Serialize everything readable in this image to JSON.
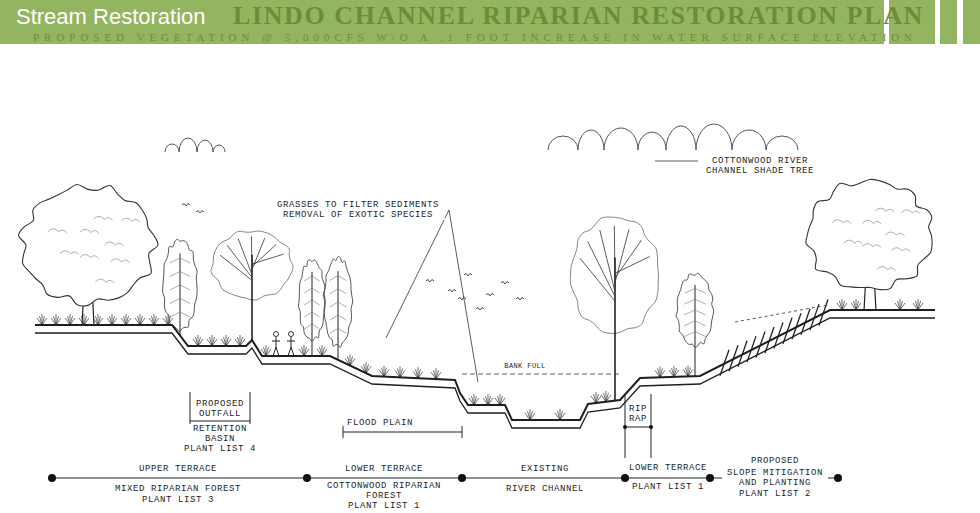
{
  "diagram": {
    "title": "Stream Restoration",
    "labels": [
      "LINDO CHANNEL RIPARIAN RESTORATION PLAN",
      "PROPOSED VEGETATION @ 5,000CFS W/O A .1 FOOT INCREASE IN WATER SURFACE ELEVATION",
      "COTTONWOOD RIVER CHANNEL SHADE TREE",
      "GRASSES TO FILTER SEDIMENTS REMOVAL OF EXOTIC SPECIES",
      "BANK FULL",
      "PROPOSED OUTFALL",
      "RETENTION BASIN",
      "PLANT LIST 4",
      "FLOOD PLAIN",
      "RIP RAP",
      "UPPER TERRACE",
      "MIXED RIPARIAN FOREST",
      "PLANT LIST 3",
      "LOWER TERRACE",
      "COTTONWOOD RIPARIAN FOREST",
      "PLANT LIST 1",
      "EXISTING",
      "RIVER CHANNEL",
      "LOWER TERRACE",
      "PLANT LIST 1",
      "PROPOSED",
      "SLOPE MITIGATION AND PLANTING",
      "PLANT LIST 2"
    ]
  }
}
